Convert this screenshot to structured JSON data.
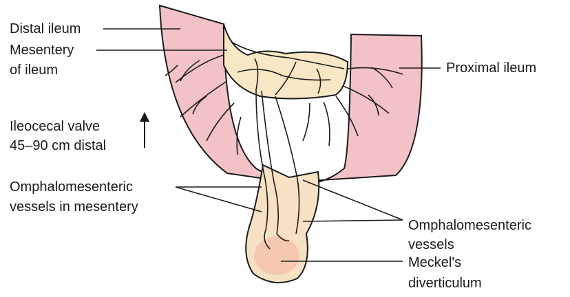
{
  "labels": {
    "distal_ileum": "Distal ileum",
    "mesentery_line1": "Mesentery",
    "mesentery_line2": "of ileum",
    "proximal_ileum": "Proximal ileum",
    "ileocecal_line1": "Ileocecal valve",
    "ileocecal_line2": "45–90 cm distal",
    "omph_mes_line1": "Omphalomesenteric",
    "omph_mes_line2": "vessels in mesentery",
    "omph_vessels_line1": "Omphalomesenteric",
    "omph_vessels_line2": "vessels",
    "meckel_line1": "Meckel's",
    "meckel_line2": "diverticulum"
  },
  "colors": {
    "bowel_pink": "#f2c2c6",
    "mesentery_cream": "#f7e7c4",
    "diverticulum_cream": "#f6e2c2",
    "tip_blush": "#f1bfa8",
    "outline": "#1a1a1a"
  }
}
